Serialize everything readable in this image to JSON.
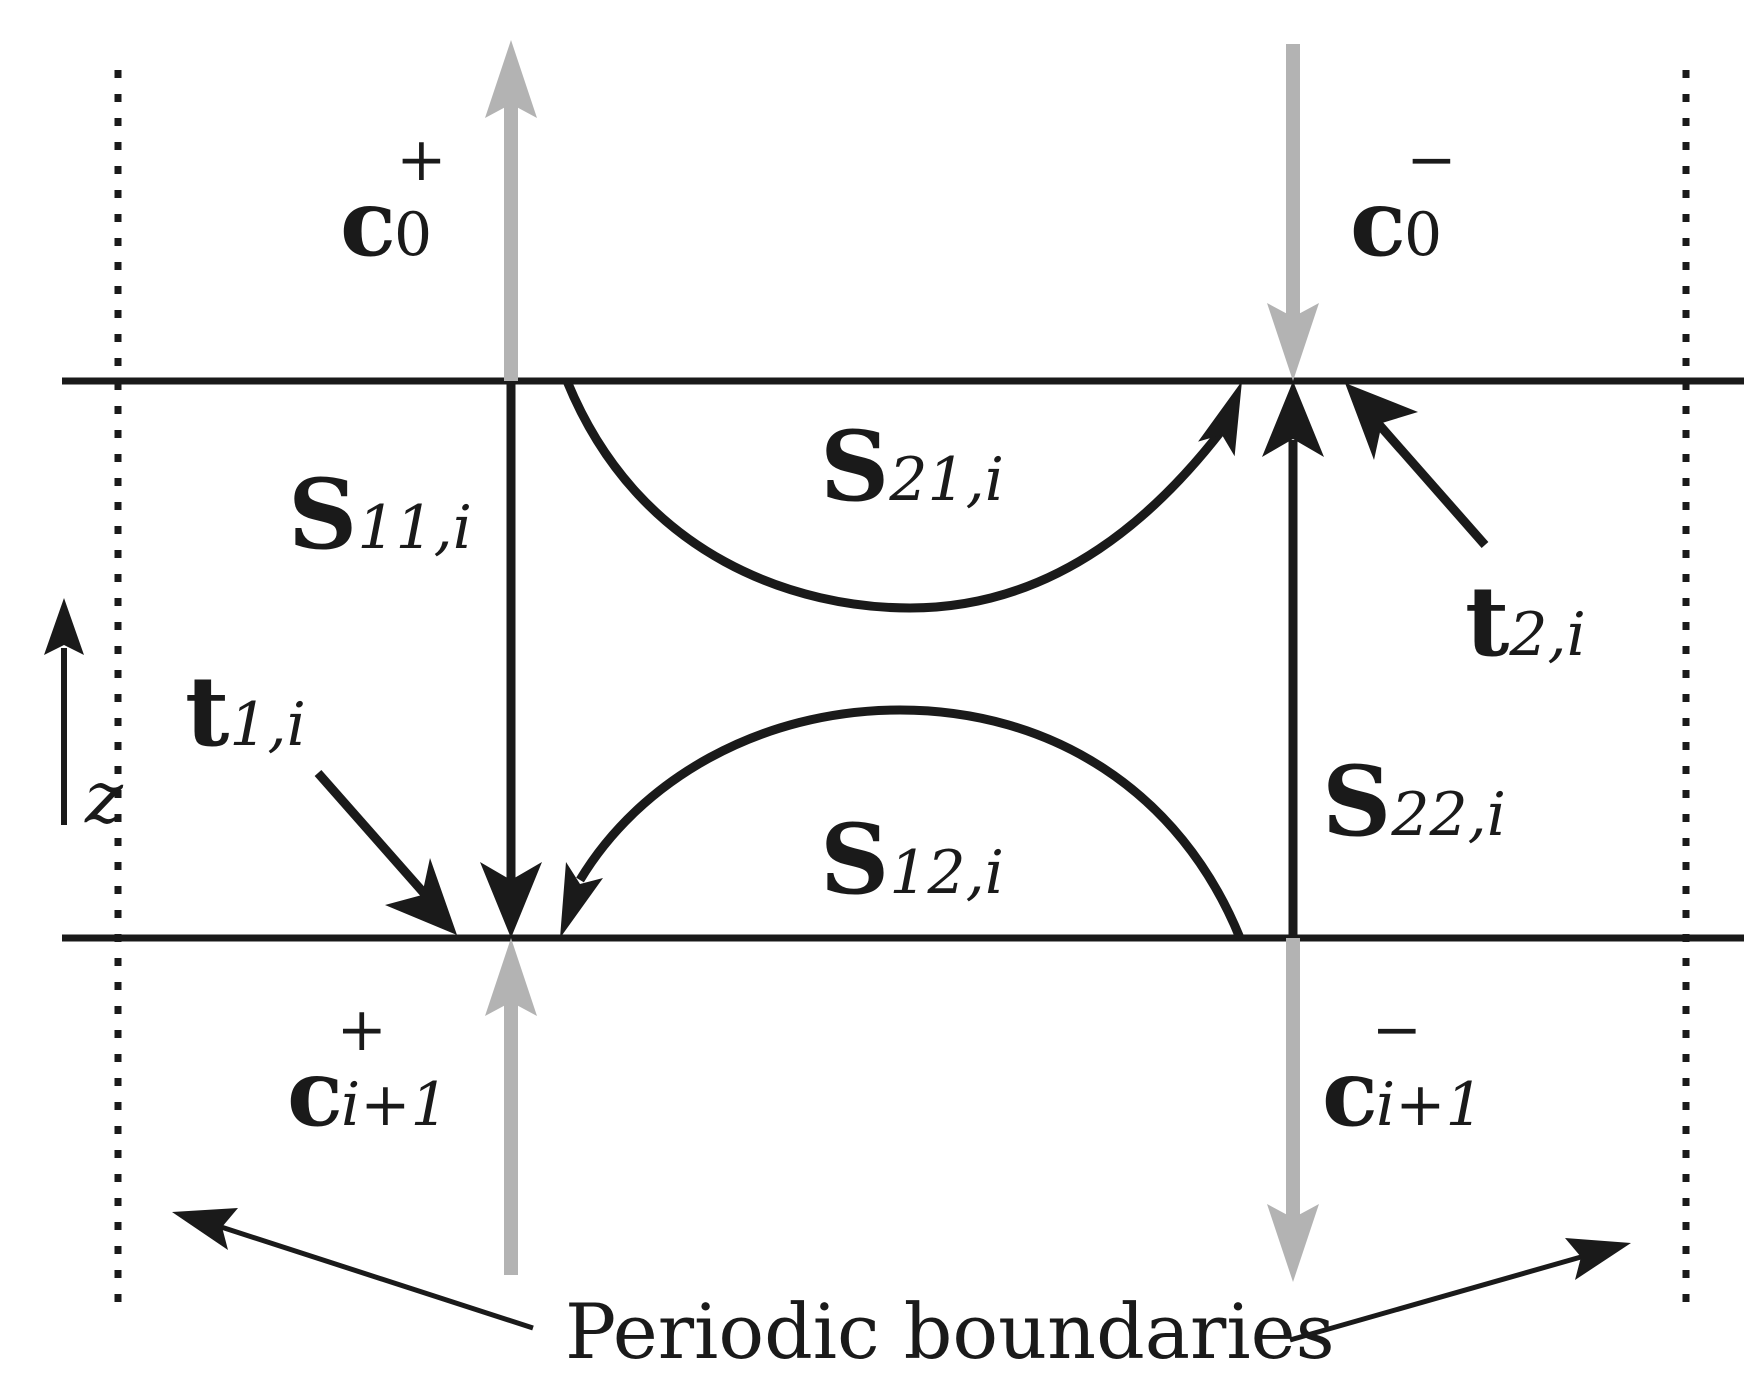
{
  "labels": {
    "c0_plus": {
      "base": "c",
      "sub": "0",
      "sup": "+"
    },
    "c0_minus": {
      "base": "c",
      "sub": "0",
      "sup": "−"
    },
    "ci1_plus": {
      "base": "c",
      "sub": "i+1",
      "sup": "+"
    },
    "ci1_minus": {
      "base": "c",
      "sub": "i+1",
      "sup": "−"
    },
    "s11": {
      "base": "S",
      "sub": "11,i"
    },
    "s21": {
      "base": "S",
      "sub": "21,i"
    },
    "s12": {
      "base": "S",
      "sub": "12,i"
    },
    "s22": {
      "base": "S",
      "sub": "22,i"
    },
    "t1": {
      "base": "t",
      "sub": "1,i"
    },
    "t2": {
      "base": "t",
      "sub": "2,i"
    },
    "z_axis": "z",
    "periodic": "Periodic boundaries"
  },
  "colors": {
    "line": "#1a1a1a",
    "gray_arrow": "#b3b3b3",
    "background": "#ffffff"
  }
}
